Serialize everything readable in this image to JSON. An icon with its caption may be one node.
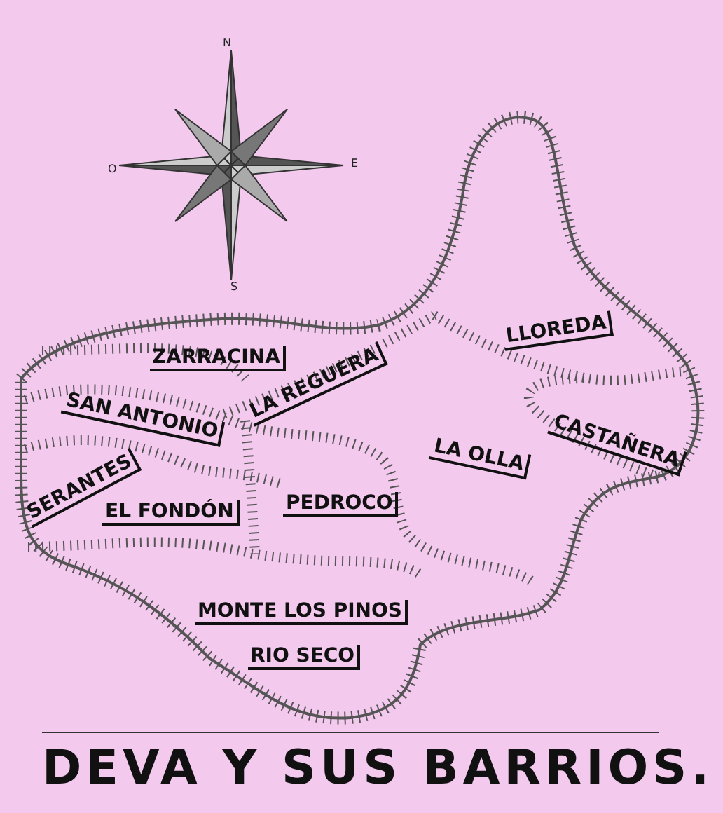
{
  "diagram": {
    "title": "DEVA Y SUS BARRIOS.",
    "labels": [
      "N",
      "O",
      "E",
      "S",
      "ZARRACINA",
      "LLOREDA",
      "LA REGUERA",
      "SAN ANTONIO",
      "CASTAÑERA",
      "LA OLLA",
      "SERANTES",
      "EL FONDÓN",
      "PEDROCO",
      "MONTE LOS PINOS",
      "RIO SECO"
    ]
  }
}
